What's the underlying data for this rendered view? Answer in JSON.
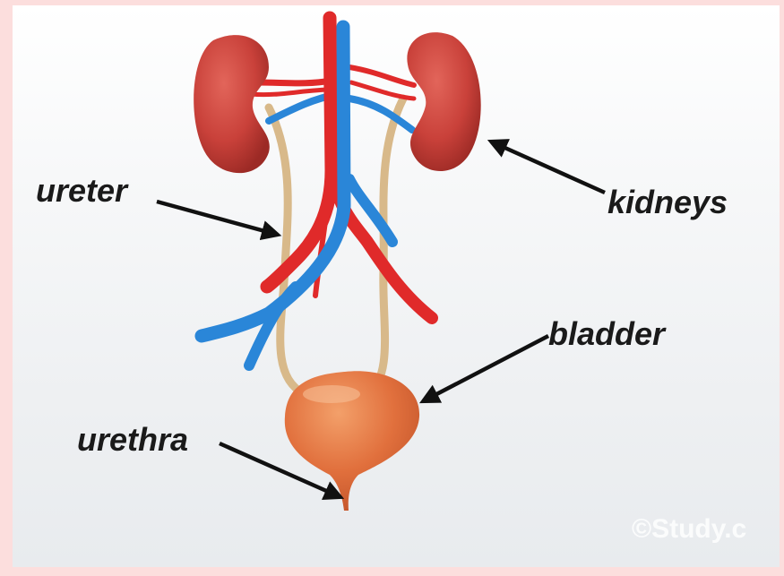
{
  "labels": {
    "ureter": "ureter",
    "kidneys": "kidneys",
    "bladder": "bladder",
    "urethra": "urethra"
  },
  "watermark": "©Study.c",
  "colors": {
    "kidney": "#c9413a",
    "artery": "#e02a2a",
    "vein": "#2a86d8",
    "ureter": "#d8b98a",
    "bladder": "#e1703d",
    "label": "#1a1a1a",
    "page_border": "#fcdedd"
  }
}
